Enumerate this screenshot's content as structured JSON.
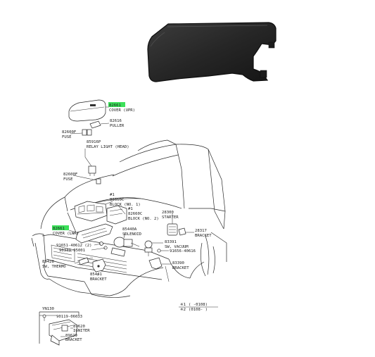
{
  "highlight_color": "#3ce05a",
  "callouts": {
    "cover_upper_no": "82661",
    "cover_upper_name": "COVER (UPR)",
    "puller_no": "82616",
    "puller_name": "PULLER",
    "fuse_a_no": "82600F",
    "fuse_a_name": "FUSE",
    "relay_no": "85916P",
    "relay_name": "RELAY LIGHT (HEAD)",
    "fuse_b_no": "82600F",
    "fuse_b_name": "FUSE",
    "block1_mark": "#1",
    "block1_no": "82660C",
    "block1_name": "BLOCK (NO. 1)",
    "block2_mark": "#1",
    "block2_no": "82660C",
    "block2_name": "BLOCK (NO. 2)",
    "cover_lower_no": "82661",
    "cover_lower_name": "COVER (LWR)",
    "starter_no": "28300",
    "starter_name": "STARTER",
    "bracket_a_no": "28317",
    "bracket_a_name": "BRACKET",
    "solenoid_no": "85440A",
    "solenoid_name": "SOLENOID",
    "bolt_a": "91651-40612 (2)",
    "bolt_b": "90339-05001",
    "switch_vac_no": "83391",
    "switch_vac_name": "SW, VACUUM",
    "bolt_c": "91656-40616",
    "thermo_no": "89428",
    "thermo_name": "SW, THERMO",
    "bracket_b_no": "83390",
    "bracket_b_name": "BRACKET",
    "bracket_c_no": "85441",
    "bracket_c_name": "BRACKET"
  },
  "date_legend": {
    "row1_mark": "※1",
    "row1_range": "( -0108)",
    "row2_mark": "※2",
    "row2_range": "(0108- )"
  },
  "inset": {
    "title": "YN130",
    "bolt_no": "90119-06033",
    "igniter_no": "89620",
    "igniter_name": "IGNITER",
    "bracket_no": "89629",
    "bracket_name": "BRACKET"
  }
}
